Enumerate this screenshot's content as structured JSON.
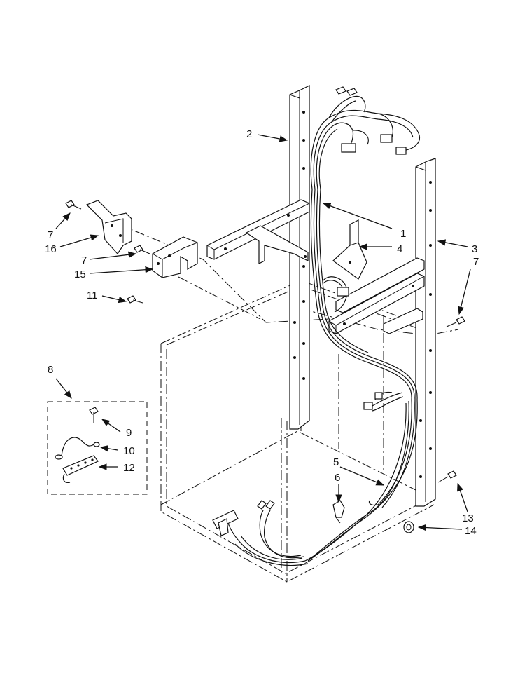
{
  "callouts": [
    {
      "id": "c1",
      "text": "1"
    },
    {
      "id": "c2",
      "text": "2"
    },
    {
      "id": "c3",
      "text": "3"
    },
    {
      "id": "c4",
      "text": "4"
    },
    {
      "id": "c5",
      "text": "5"
    },
    {
      "id": "c6",
      "text": "6"
    },
    {
      "id": "c7a",
      "text": "7"
    },
    {
      "id": "c7b",
      "text": "7"
    },
    {
      "id": "c7c",
      "text": "7"
    },
    {
      "id": "c8",
      "text": "8"
    },
    {
      "id": "c9",
      "text": "9"
    },
    {
      "id": "c10",
      "text": "10"
    },
    {
      "id": "c11",
      "text": "11"
    },
    {
      "id": "c12",
      "text": "12"
    },
    {
      "id": "c13",
      "text": "13"
    },
    {
      "id": "c14",
      "text": "14"
    },
    {
      "id": "c15",
      "text": "15"
    },
    {
      "id": "c16",
      "text": "16"
    }
  ],
  "colors": {
    "ink": "#111111",
    "paper": "#ffffff"
  }
}
